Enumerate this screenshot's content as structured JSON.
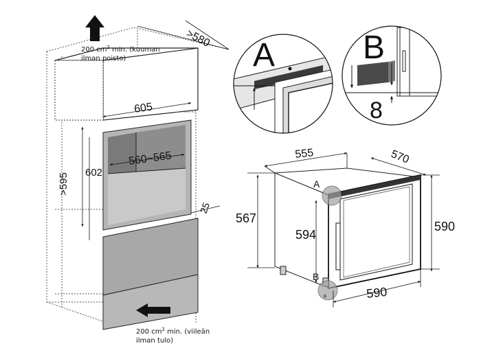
{
  "left_figure": {
    "dims": {
      "depth_top": ">580",
      "width_outer": "605",
      "width_inner": "560~565",
      "height_niche": "602",
      "height_outer": ">595",
      "offset": "25"
    },
    "vent_top": {
      "line1_prefix": "200 cm",
      "line1_sup": "2",
      "line1_suffix": " min. (kuuman",
      "line2": "ilman poisto)"
    },
    "vent_bottom": {
      "line1_prefix": "200 cm",
      "line1_sup": "2",
      "line1_suffix": " min. (viileän",
      "line2": "ilman tulo)"
    }
  },
  "detail_a": {
    "label": "A"
  },
  "detail_b": {
    "label": "B",
    "value": "8"
  },
  "right_figure": {
    "dims": {
      "depth": "555",
      "side_depth": "570",
      "height_body": "567",
      "height_door": "594",
      "height_total": "590",
      "width": "590"
    },
    "callout_a": "A",
    "callout_b": "B",
    "callout_b_value": "8"
  }
}
